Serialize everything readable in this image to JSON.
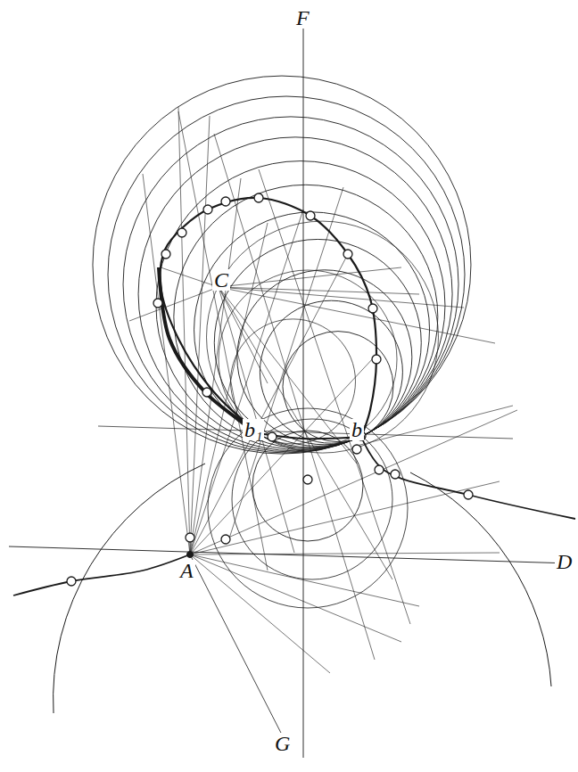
{
  "diagram": {
    "labels": [
      "F",
      "C",
      "b₁",
      "b",
      "A",
      "D",
      "G"
    ]
  }
}
